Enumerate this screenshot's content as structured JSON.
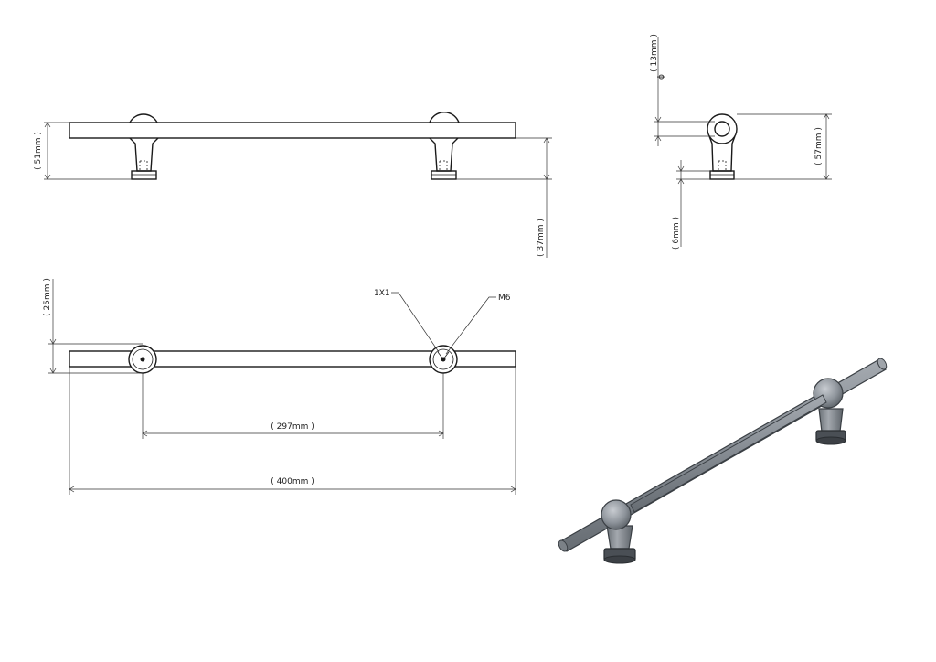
{
  "views": {
    "front": {
      "height_label": "( 51mm )",
      "foot_label": "( 37mm )"
    },
    "side": {
      "diameter_symbol": "ϕ",
      "diameter_label": "( 13mm )",
      "height_label": "( 57mm )",
      "base_label": "( 6mm )"
    },
    "top": {
      "height_label": "( 25mm )",
      "center_label": "( 297mm )",
      "length_label": "( 400mm )",
      "callout_left": "1X1",
      "callout_right": "M6"
    }
  },
  "colors": {
    "line": "#1a1a1a",
    "render_body": "#8e949b",
    "render_dark": "#4a4f55"
  }
}
